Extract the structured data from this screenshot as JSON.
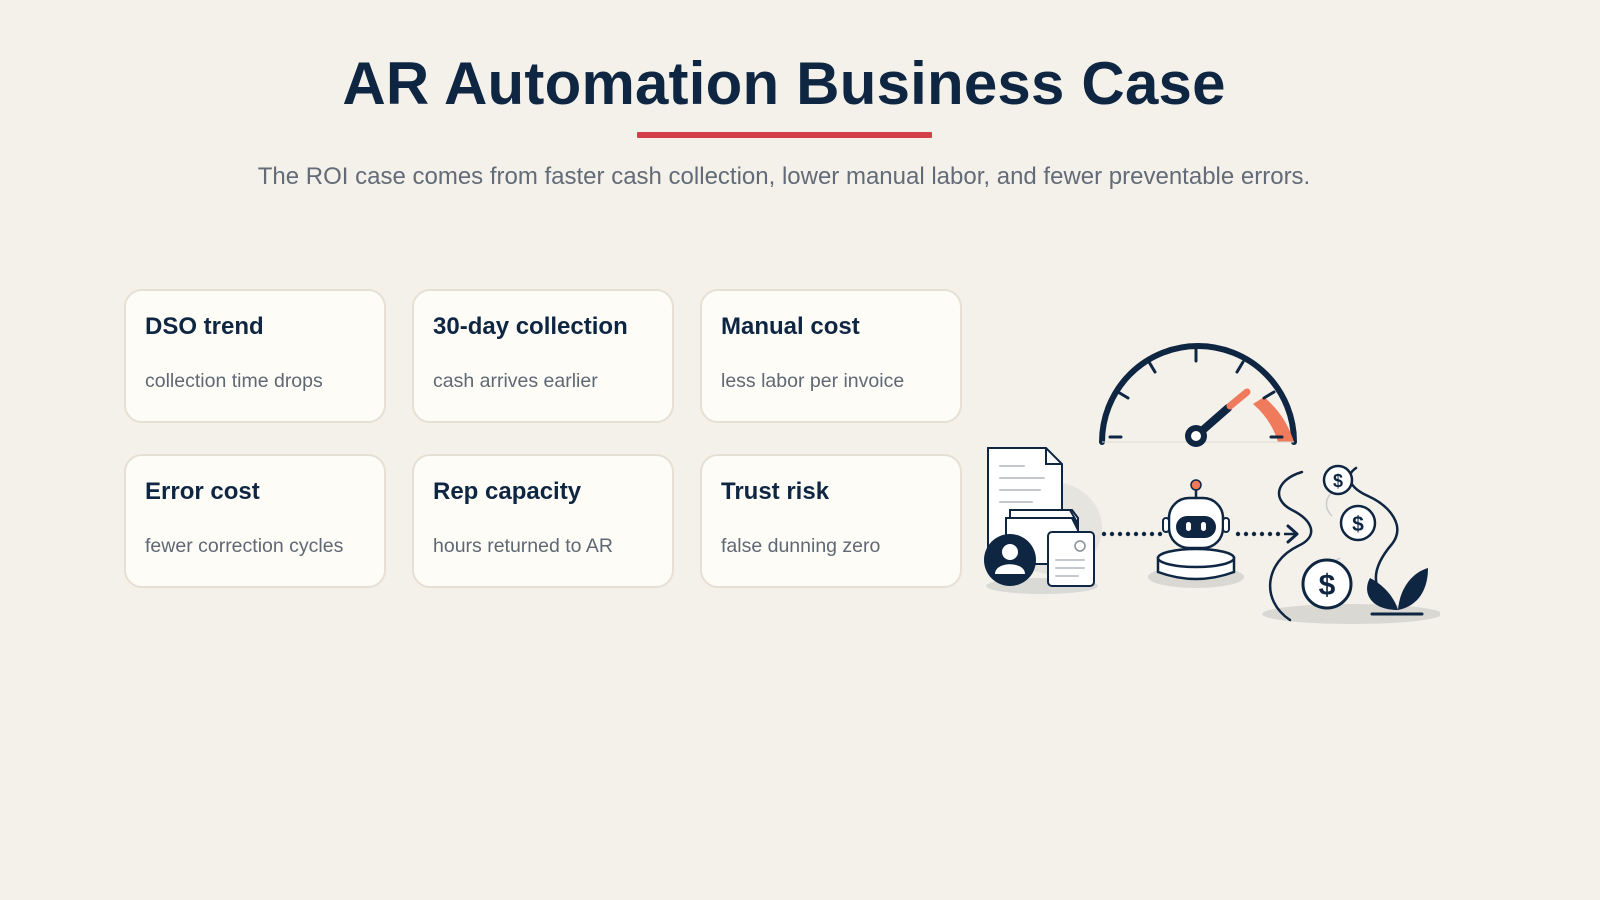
{
  "header": {
    "title": "AR Automation Business Case",
    "subtitle": "The ROI case comes from faster cash collection, lower manual labor, and fewer preventable errors."
  },
  "cards": [
    {
      "title": "DSO trend",
      "subtitle": "collection time drops"
    },
    {
      "title": "30-day collection",
      "subtitle": "cash arrives earlier"
    },
    {
      "title": "Manual cost",
      "subtitle": "less labor per invoice"
    },
    {
      "title": "Error cost",
      "subtitle": "fewer correction cycles"
    },
    {
      "title": "Rep capacity",
      "subtitle": "hours returned to AR"
    },
    {
      "title": "Trust risk",
      "subtitle": "false dunning zero"
    }
  ],
  "illustration": {
    "icons": [
      "speedometer-icon",
      "documents-icon",
      "user-icon",
      "robot-icon",
      "arrow-right-icon",
      "dollar-coin-icon",
      "plant-icon"
    ],
    "colors": {
      "navy": "#0f2642",
      "accent_red": "#d3404a",
      "coral": "#f07a5c"
    }
  }
}
